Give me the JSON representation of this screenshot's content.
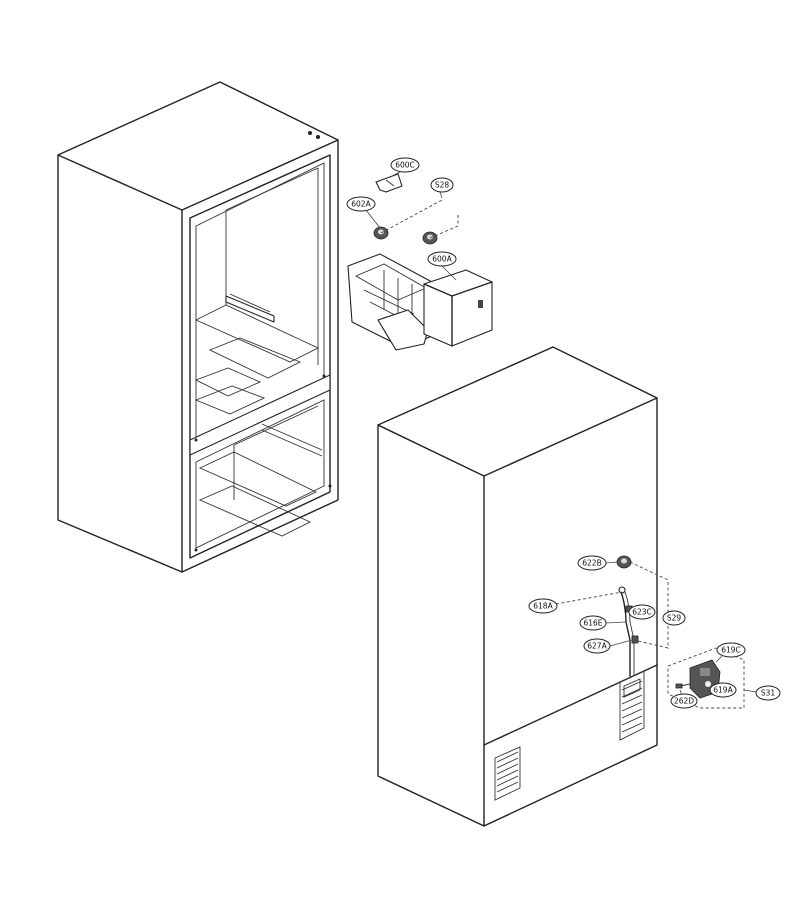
{
  "callouts": {
    "c600C": "600C",
    "c528": "S28",
    "c602A": "602A",
    "c600A": "600A",
    "c622B": "622B",
    "c618A": "618A",
    "c623C": "623C",
    "c616E": "616E",
    "c529": "S29",
    "c627A": "627A",
    "c619C": "619C",
    "c619A": "619A",
    "c531": "S31",
    "c262D": "262D"
  }
}
